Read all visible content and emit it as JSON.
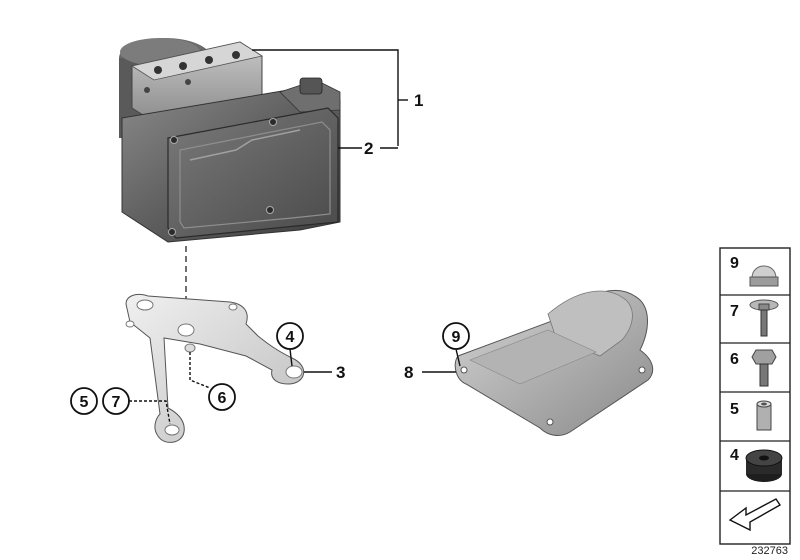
{
  "callouts": {
    "c1": "1",
    "c2": "2",
    "c3": "3",
    "c8": "8"
  },
  "circled": {
    "c4": "4",
    "c5": "5",
    "c6": "6",
    "c7": "7",
    "c9": "9"
  },
  "side_panel": {
    "items": [
      {
        "number": "9",
        "part": "cap-nut"
      },
      {
        "number": "7",
        "part": "washer-screw"
      },
      {
        "number": "6",
        "part": "hex-bolt"
      },
      {
        "number": "5",
        "part": "spacer-sleeve"
      },
      {
        "number": "4",
        "part": "rubber-grommet"
      }
    ],
    "footer_icon": "arrow-icon"
  },
  "doc_id": "232763"
}
